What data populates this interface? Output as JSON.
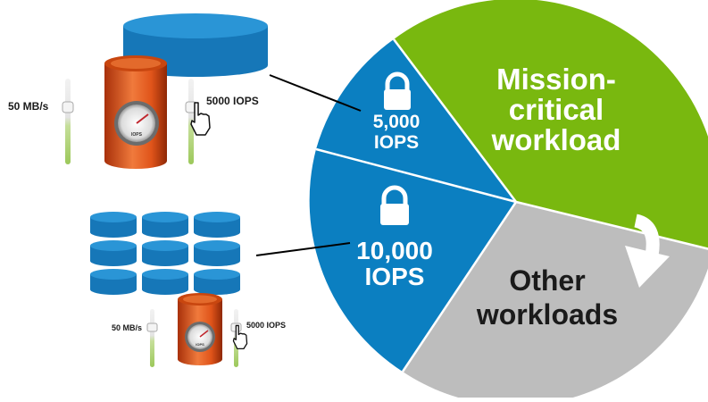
{
  "colors": {
    "mission_green": "#79b80f",
    "reserved_blue": "#0b7fc1",
    "other_gray": "#bdbdbd",
    "drum_blue": "#1677b8",
    "cylinder_orange": "#e0541a",
    "slider_green": "#b8d884",
    "text_white": "#ffffff",
    "text_dark": "#1a1a1a"
  },
  "pie": {
    "slices": [
      {
        "key": "mission",
        "label_lines": [
          "Mission-",
          "critical",
          "workload"
        ]
      },
      {
        "key": "other",
        "label_lines": [
          "Other",
          "workloads"
        ]
      },
      {
        "key": "reserved_large",
        "label_lines": [
          "10,000",
          "IOPS"
        ],
        "icon": "lock-icon"
      },
      {
        "key": "reserved_small",
        "label_lines": [
          "5,000",
          "IOPS"
        ],
        "icon": "lock-icon"
      }
    ],
    "arrow_icon": "curved-arrow-down-icon"
  },
  "top_storage": {
    "throughput_label": "50 MB/s",
    "iops_label": "5000 IOPS",
    "gauge_label": "IOPS",
    "icons": [
      "storage-drum-icon",
      "orange-cylinder-icon",
      "gauge-icon",
      "hand-cursor-icon"
    ]
  },
  "bottom_storage": {
    "throughput_label": "50 MB/s",
    "iops_label": "5000 IOPS",
    "gauge_label": "IOPS",
    "drum_rows": 3,
    "drum_cols": 3,
    "icons": [
      "storage-drum-icon",
      "orange-cylinder-icon",
      "gauge-icon",
      "hand-cursor-icon"
    ]
  }
}
